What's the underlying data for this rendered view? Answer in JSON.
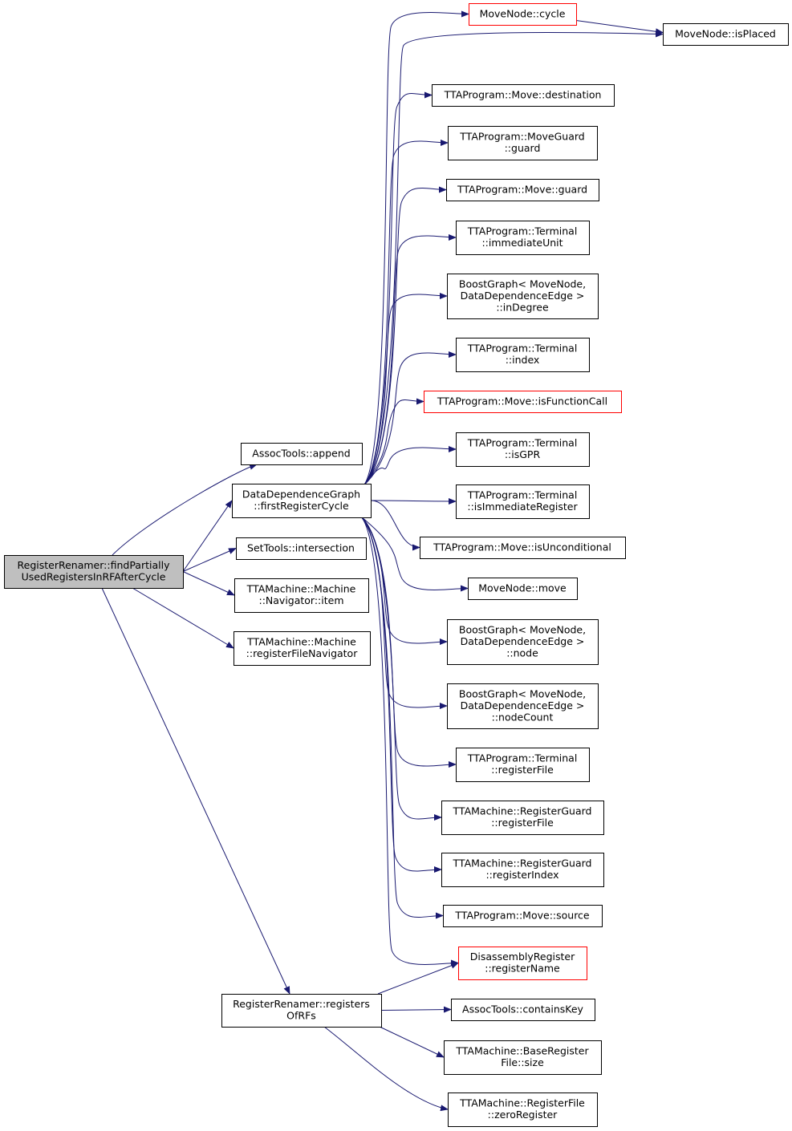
{
  "colors": {
    "edge": "#191970",
    "node_border": "#000000",
    "node_border_link": "#ff0000",
    "node_fill": "#ffffff",
    "root_fill": "#bfbfbf"
  },
  "nodes": [
    {
      "id": "root",
      "lines": [
        "RegisterRenamer::findPartially",
        "UsedRegistersInRFAfterCycle"
      ],
      "style": "root"
    },
    {
      "id": "assoc_append",
      "lines": [
        "AssocTools::append"
      ],
      "style": "normal"
    },
    {
      "id": "ddg_first",
      "lines": [
        "DataDependenceGraph",
        "::firstRegisterCycle"
      ],
      "style": "normal"
    },
    {
      "id": "set_inter",
      "lines": [
        "SetTools::intersection"
      ],
      "style": "normal"
    },
    {
      "id": "nav_item",
      "lines": [
        "TTAMachine::Machine",
        "::Navigator::item"
      ],
      "style": "normal"
    },
    {
      "id": "rf_nav",
      "lines": [
        "TTAMachine::Machine",
        "::registerFileNavigator"
      ],
      "style": "normal"
    },
    {
      "id": "rr_regs",
      "lines": [
        "RegisterRenamer::registers",
        "OfRFs"
      ],
      "style": "normal"
    },
    {
      "id": "mn_cycle",
      "lines": [
        "MoveNode::cycle"
      ],
      "style": "link"
    },
    {
      "id": "mn_isplaced",
      "lines": [
        "MoveNode::isPlaced"
      ],
      "style": "normal"
    },
    {
      "id": "mv_dest",
      "lines": [
        "TTAProgram::Move::destination"
      ],
      "style": "normal"
    },
    {
      "id": "mg_guard",
      "lines": [
        "TTAProgram::MoveGuard",
        "::guard"
      ],
      "style": "normal"
    },
    {
      "id": "mv_guard",
      "lines": [
        "TTAProgram::Move::guard"
      ],
      "style": "normal"
    },
    {
      "id": "t_immunit",
      "lines": [
        "TTAProgram::Terminal",
        "::immediateUnit"
      ],
      "style": "normal"
    },
    {
      "id": "bg_indeg",
      "lines": [
        "BoostGraph< MoveNode,",
        "DataDependenceEdge >",
        "::inDegree"
      ],
      "style": "normal"
    },
    {
      "id": "t_index",
      "lines": [
        "TTAProgram::Terminal",
        "::index"
      ],
      "style": "normal"
    },
    {
      "id": "mv_isfc",
      "lines": [
        "TTAProgram::Move::isFunctionCall"
      ],
      "style": "link"
    },
    {
      "id": "t_isgpr",
      "lines": [
        "TTAProgram::Terminal",
        "::isGPR"
      ],
      "style": "normal"
    },
    {
      "id": "t_isimm",
      "lines": [
        "TTAProgram::Terminal",
        "::isImmediateRegister"
      ],
      "style": "normal"
    },
    {
      "id": "mv_isunc",
      "lines": [
        "TTAProgram::Move::isUnconditional"
      ],
      "style": "normal"
    },
    {
      "id": "mn_move",
      "lines": [
        "MoveNode::move"
      ],
      "style": "normal"
    },
    {
      "id": "bg_node",
      "lines": [
        "BoostGraph< MoveNode,",
        "DataDependenceEdge >",
        "::node"
      ],
      "style": "normal"
    },
    {
      "id": "bg_nodecount",
      "lines": [
        "BoostGraph< MoveNode,",
        "DataDependenceEdge >",
        "::nodeCount"
      ],
      "style": "normal"
    },
    {
      "id": "t_regfile",
      "lines": [
        "TTAProgram::Terminal",
        "::registerFile"
      ],
      "style": "normal"
    },
    {
      "id": "rg_regfile",
      "lines": [
        "TTAMachine::RegisterGuard",
        "::registerFile"
      ],
      "style": "normal"
    },
    {
      "id": "rg_regindex",
      "lines": [
        "TTAMachine::RegisterGuard",
        "::registerIndex"
      ],
      "style": "normal"
    },
    {
      "id": "mv_source",
      "lines": [
        "TTAProgram::Move::source"
      ],
      "style": "normal"
    },
    {
      "id": "dr_regname",
      "lines": [
        "DisassemblyRegister",
        "::registerName"
      ],
      "style": "link"
    },
    {
      "id": "assoc_contains",
      "lines": [
        "AssocTools::containsKey"
      ],
      "style": "normal"
    },
    {
      "id": "brf_size",
      "lines": [
        "TTAMachine::BaseRegister",
        "File::size"
      ],
      "style": "normal"
    },
    {
      "id": "rf_zero",
      "lines": [
        "TTAMachine::RegisterFile",
        "::zeroRegister"
      ],
      "style": "normal"
    }
  ],
  "edges": [
    {
      "from": "root",
      "to": "assoc_append"
    },
    {
      "from": "root",
      "to": "ddg_first"
    },
    {
      "from": "root",
      "to": "set_inter"
    },
    {
      "from": "root",
      "to": "nav_item"
    },
    {
      "from": "root",
      "to": "rf_nav"
    },
    {
      "from": "root",
      "to": "rr_regs"
    },
    {
      "from": "ddg_first",
      "to": "mn_cycle"
    },
    {
      "from": "ddg_first",
      "to": "mn_isplaced"
    },
    {
      "from": "ddg_first",
      "to": "mv_dest"
    },
    {
      "from": "ddg_first",
      "to": "mg_guard"
    },
    {
      "from": "ddg_first",
      "to": "mv_guard"
    },
    {
      "from": "ddg_first",
      "to": "t_immunit"
    },
    {
      "from": "ddg_first",
      "to": "bg_indeg"
    },
    {
      "from": "ddg_first",
      "to": "t_index"
    },
    {
      "from": "ddg_first",
      "to": "mv_isfc"
    },
    {
      "from": "ddg_first",
      "to": "t_isgpr"
    },
    {
      "from": "ddg_first",
      "to": "t_isimm"
    },
    {
      "from": "ddg_first",
      "to": "mv_isunc"
    },
    {
      "from": "ddg_first",
      "to": "mn_move"
    },
    {
      "from": "ddg_first",
      "to": "bg_node"
    },
    {
      "from": "ddg_first",
      "to": "bg_nodecount"
    },
    {
      "from": "ddg_first",
      "to": "t_regfile"
    },
    {
      "from": "ddg_first",
      "to": "rg_regfile"
    },
    {
      "from": "ddg_first",
      "to": "rg_regindex"
    },
    {
      "from": "ddg_first",
      "to": "mv_source"
    },
    {
      "from": "ddg_first",
      "to": "dr_regname"
    },
    {
      "from": "mn_cycle",
      "to": "mn_isplaced"
    },
    {
      "from": "rr_regs",
      "to": "dr_regname"
    },
    {
      "from": "rr_regs",
      "to": "assoc_contains"
    },
    {
      "from": "rr_regs",
      "to": "brf_size"
    },
    {
      "from": "rr_regs",
      "to": "rf_zero"
    }
  ]
}
